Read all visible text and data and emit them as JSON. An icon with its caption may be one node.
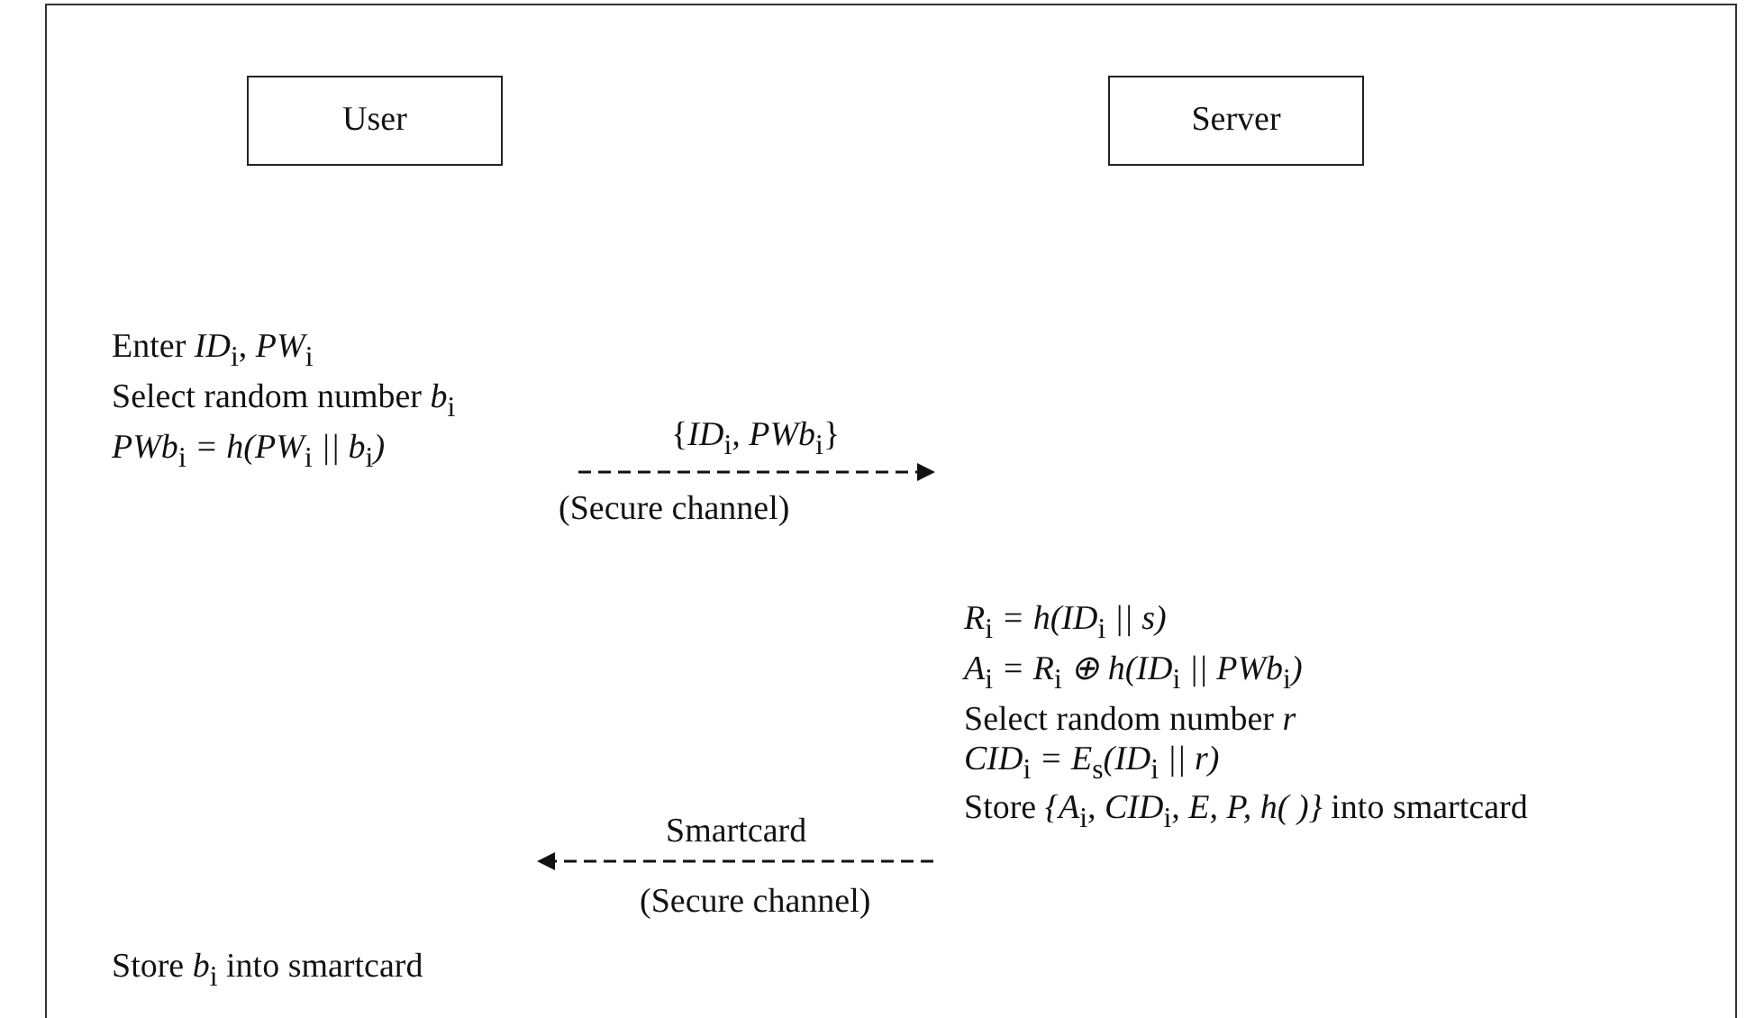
{
  "diagram": {
    "nodes": [
      {
        "text": [
          "User"
        ]
      },
      {
        "text": [
          "Server"
        ]
      },
      {
        "text": [
          "Enter *ID*$_{i}$, *PW*$_{i}$",
          "Select random number *b*$_{i}$",
          "*PWb*$_{i}$ *= h(PW*$_{i}$ *|| b*$_{i}$*)*"
        ]
      },
      {
        "text": [
          "*R*$_{i}$ *= h(ID*$_{i}$ *|| s)*",
          "*A*$_{i}$ *= R*$_{i}$ *⊕ h(ID*$_{i}$ *|| PWb*$_{i}$*)*",
          "Select random number *r*",
          "*CID*$_{i}$ *= E*$_{s}$*(ID*$_{i}$ *|| r)*",
          "Store *{A*$_{i}$*, CID*$_{i}$*, E, P, h( )}* into smartcard"
        ]
      },
      {
        "text": [
          "Store *b*$_{i}$ into smartcard"
        ]
      }
    ],
    "edges": [
      {
        "from": 2,
        "to": 3,
        "arrow": "to",
        "label": "{*ID*$_{i}$*, PWb*$_{i}$}",
        "style": "dashed"
      },
      {
        "from": 3,
        "to": 4,
        "arrow": "to",
        "label": "Smartcard",
        "style": "dashed"
      }
    ],
    "labels": [
      "(Secure channel)",
      "(Secure channel)"
    ]
  }
}
